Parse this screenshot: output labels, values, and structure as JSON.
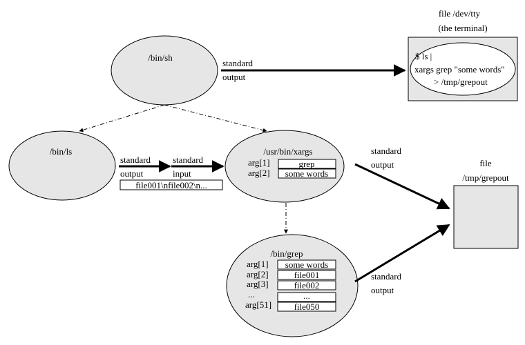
{
  "colors": {
    "fill": "#e6e6e6",
    "stroke": "#000000",
    "box_fill": "#ffffff"
  },
  "terminal": {
    "title_line1": "file /dev/tty",
    "title_line2": "(the terminal)",
    "line1": "$ ls |",
    "line2": "xargs grep \"some words\"",
    "line3": "> /tmp/grepout"
  },
  "sh": {
    "label": "/bin/sh"
  },
  "sh_output": {
    "line1": "standard",
    "line2": "output"
  },
  "ls": {
    "label": "/bin/ls"
  },
  "ls_output": {
    "line1": "standard",
    "line2": "output"
  },
  "xargs_input": {
    "line1": "standard",
    "line2": "input"
  },
  "pipe_data": "file001\\nfile002\\n...",
  "xargs": {
    "label": "/usr/bin/xargs",
    "args": [
      {
        "name": "arg[1]",
        "value": "grep"
      },
      {
        "name": "arg[2]",
        "value": "some words"
      }
    ]
  },
  "xargs_output": {
    "line1": "standard",
    "line2": "output"
  },
  "grep": {
    "label": "/bin/grep",
    "args": [
      {
        "name": "arg[1]",
        "value": "some words"
      },
      {
        "name": "arg[2]",
        "value": "file001"
      },
      {
        "name": "arg[3]",
        "value": "file002"
      },
      {
        "name": "...",
        "value": "..."
      },
      {
        "name": "arg[51]",
        "value": "file050"
      }
    ]
  },
  "grep_output": {
    "line1": "standard",
    "line2": "output"
  },
  "grepout": {
    "line1": "file",
    "line2": "/tmp/grepout"
  }
}
